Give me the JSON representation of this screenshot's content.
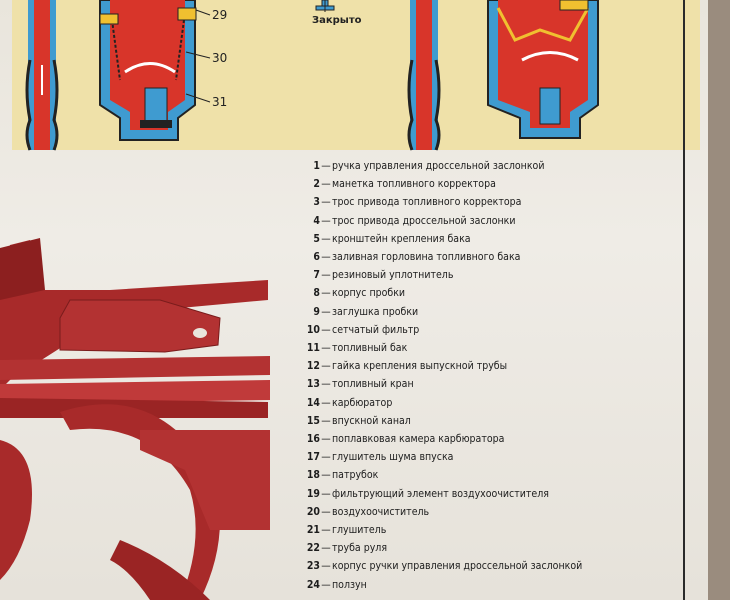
{
  "diagram": {
    "callouts": [
      "29",
      "30",
      "31"
    ],
    "state_caption": "Закрыто"
  },
  "legend": [
    {
      "num": "1",
      "text": "ручка управления дроссельной заслонкой"
    },
    {
      "num": "2",
      "text": "манетка топливного корректора"
    },
    {
      "num": "3",
      "text": "трос привода топливного корректора"
    },
    {
      "num": "4",
      "text": "трос привода дроссельной заслонки"
    },
    {
      "num": "5",
      "text": "кронштейн крепления бака"
    },
    {
      "num": "6",
      "text": "заливная горловина топливного бака"
    },
    {
      "num": "7",
      "text": "резиновый уплотнитель"
    },
    {
      "num": "8",
      "text": "корпус пробки"
    },
    {
      "num": "9",
      "text": "заглушка пробки"
    },
    {
      "num": "10",
      "text": "сетчатый фильтр"
    },
    {
      "num": "11",
      "text": "топливный бак"
    },
    {
      "num": "12",
      "text": "гайка крепления выпускной трубы"
    },
    {
      "num": "13",
      "text": "топливный кран"
    },
    {
      "num": "14",
      "text": "карбюратор"
    },
    {
      "num": "15",
      "text": "впускной канал"
    },
    {
      "num": "16",
      "text": "поплавковая камера карбюратора"
    },
    {
      "num": "17",
      "text": "глушитель шума впуска"
    },
    {
      "num": "18",
      "text": "патрубок"
    },
    {
      "num": "19",
      "text": "фильтрующий элемент воздухоочистителя"
    },
    {
      "num": "20",
      "text": "воздухоочиститель"
    },
    {
      "num": "21",
      "text": "глушитель"
    },
    {
      "num": "22",
      "text": "труба руля"
    },
    {
      "num": "23",
      "text": "корпус ручки управления дроссельной заслонкой"
    },
    {
      "num": "24",
      "text": "ползун"
    }
  ],
  "colors": {
    "fuel_red": "#d8352a",
    "air_blue": "#3f9bd0",
    "background_yellow": "#efe1a9",
    "frame_red": "#a82a2a"
  }
}
